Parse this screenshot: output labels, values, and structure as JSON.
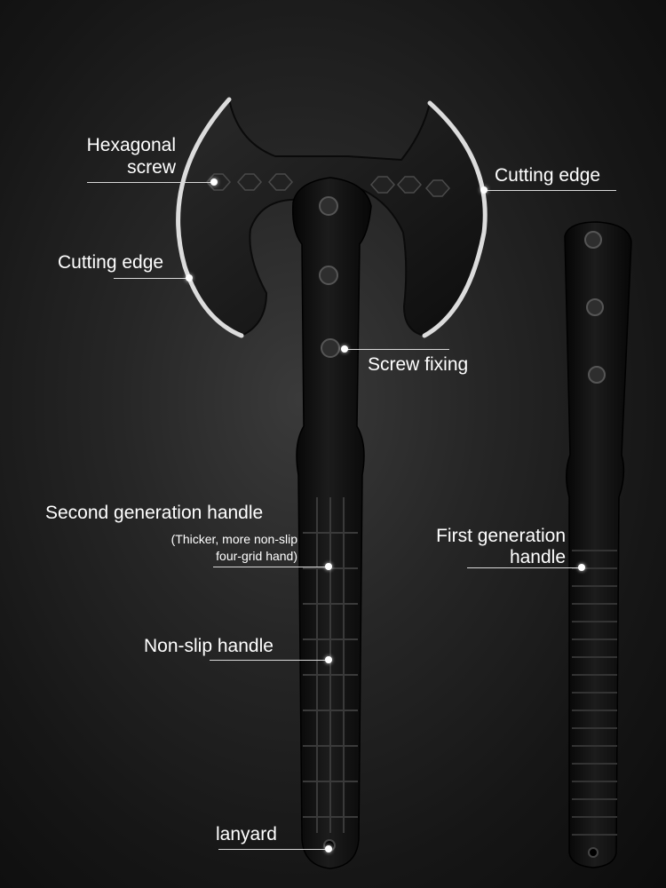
{
  "image": {
    "subject": "double-bit-axe-product-photo",
    "background_color": "#1a1a1a",
    "label_color": "#ffffff",
    "object_color": "#111111"
  },
  "labels": {
    "hexagonal_screw": "Hexagonal\nscrew",
    "cutting_edge_right": "Cutting edge",
    "cutting_edge_left": "Cutting edge",
    "screw_fixing": "Screw fixing",
    "second_generation_handle": "Second generation handle",
    "second_generation_note": "(Thicker, more non-slip\nfour-grid hand)",
    "first_generation_handle": "First generation\nhandle",
    "non_slip_handle": "Non-slip handle",
    "lanyard": "lanyard"
  }
}
